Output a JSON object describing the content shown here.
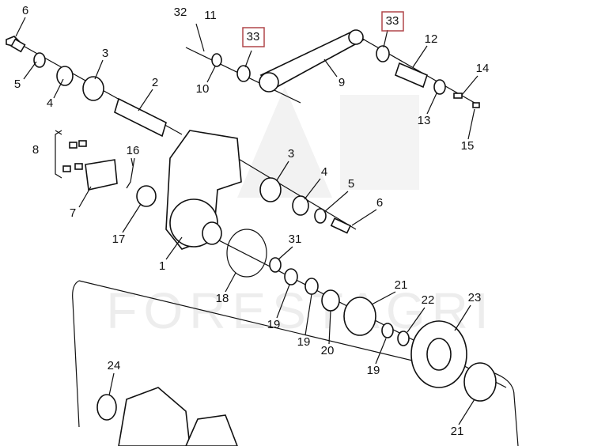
{
  "watermark": "FORESTAGRI",
  "callouts": {
    "c6a": "6",
    "c32": "32",
    "c11": "11",
    "c33a": "33",
    "c33b": "33",
    "c12": "12",
    "c3a": "3",
    "c5a": "5",
    "c4a": "4",
    "c2": "2",
    "c10": "10",
    "c9": "9",
    "c14": "14",
    "c13": "13",
    "c15": "15",
    "c8": "8",
    "c16": "16",
    "c3b": "3",
    "c4b": "4",
    "c5b": "5",
    "c6b": "6",
    "c7": "7",
    "c17": "17",
    "c31": "31",
    "c1": "1",
    "c18": "18",
    "c21a": "21",
    "c23": "23",
    "c22": "22",
    "c19a": "19",
    "c19b": "19",
    "c20": "20",
    "c19c": "19",
    "c24": "24",
    "c21b": "21"
  },
  "highlight_color": "#b0474a"
}
